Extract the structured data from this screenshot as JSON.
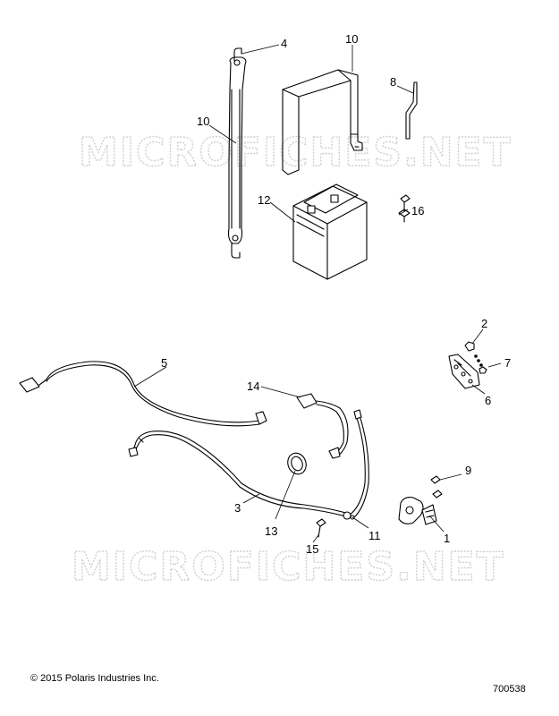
{
  "watermark": "MICROFICHES.NET",
  "copyright": "© 2015 Polaris Industries Inc.",
  "diagram_number": "700538",
  "callouts": {
    "c4": "4",
    "c10_strap": "10",
    "c10_box": "10",
    "c8": "8",
    "c12": "12",
    "c16": "16",
    "c2": "2",
    "c7": "7",
    "c6": "6",
    "c5": "5",
    "c14": "14",
    "c9": "9",
    "c3": "3",
    "c13": "13",
    "c15": "15",
    "c11": "11",
    "c1": "1"
  }
}
